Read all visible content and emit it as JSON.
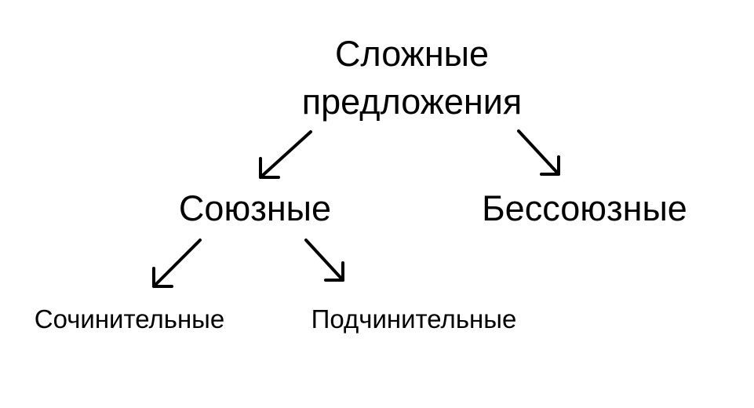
{
  "diagram": {
    "root": {
      "line1": "Сложные",
      "line2": "предложения"
    },
    "level1": {
      "left": "Союзные",
      "right": "Бессоюзные"
    },
    "level2": {
      "left": "Сочинительные",
      "right": "Подчинительные"
    }
  },
  "colors": {
    "text": "#000000",
    "background": "#ffffff",
    "arrows": "#000000"
  }
}
